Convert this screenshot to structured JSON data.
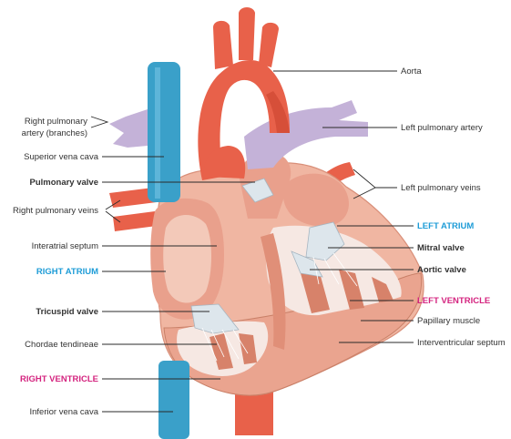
{
  "colors": {
    "aorta": "#e8614a",
    "aorta_shadow": "#c9432f",
    "pulmonary": "#c4b2d8",
    "vena_cava": "#3aa0c9",
    "myocardium": "#f0b6a2",
    "chamber_wall": "#e9a08c",
    "cavity": "#f6e8e3",
    "valve": "#dde6ec",
    "chamber_blue": "#1e9cd7",
    "chamber_magenta": "#d4247f"
  },
  "labels": {
    "aorta": "Aorta",
    "left_pulmonary_artery": "Left pulmonary artery",
    "left_pulmonary_veins": "Left pulmonary veins",
    "left_atrium": "LEFT ATRIUM",
    "mitral_valve": "Mitral valve",
    "aortic_valve": "Aortic valve",
    "left_ventricle": "LEFT VENTRICLE",
    "papillary_muscle": "Papillary muscle",
    "interventricular_septum": "Interventricular septum",
    "right_pulmonary_artery_line1": "Right pulmonary",
    "right_pulmonary_artery_line2": "artery (branches)",
    "superior_vena_cava": "Superior vena cava",
    "pulmonary_valve": "Pulmonary valve",
    "right_pulmonary_veins": "Right pulmonary veins",
    "interatrial_septum": "Interatrial septum",
    "right_atrium": "RIGHT ATRIUM",
    "tricuspid_valve": "Tricuspid valve",
    "chordae_tendineae": "Chordae tendineae",
    "right_ventricle": "RIGHT VENTRICLE",
    "inferior_vena_cava": "Inferior vena cava"
  }
}
